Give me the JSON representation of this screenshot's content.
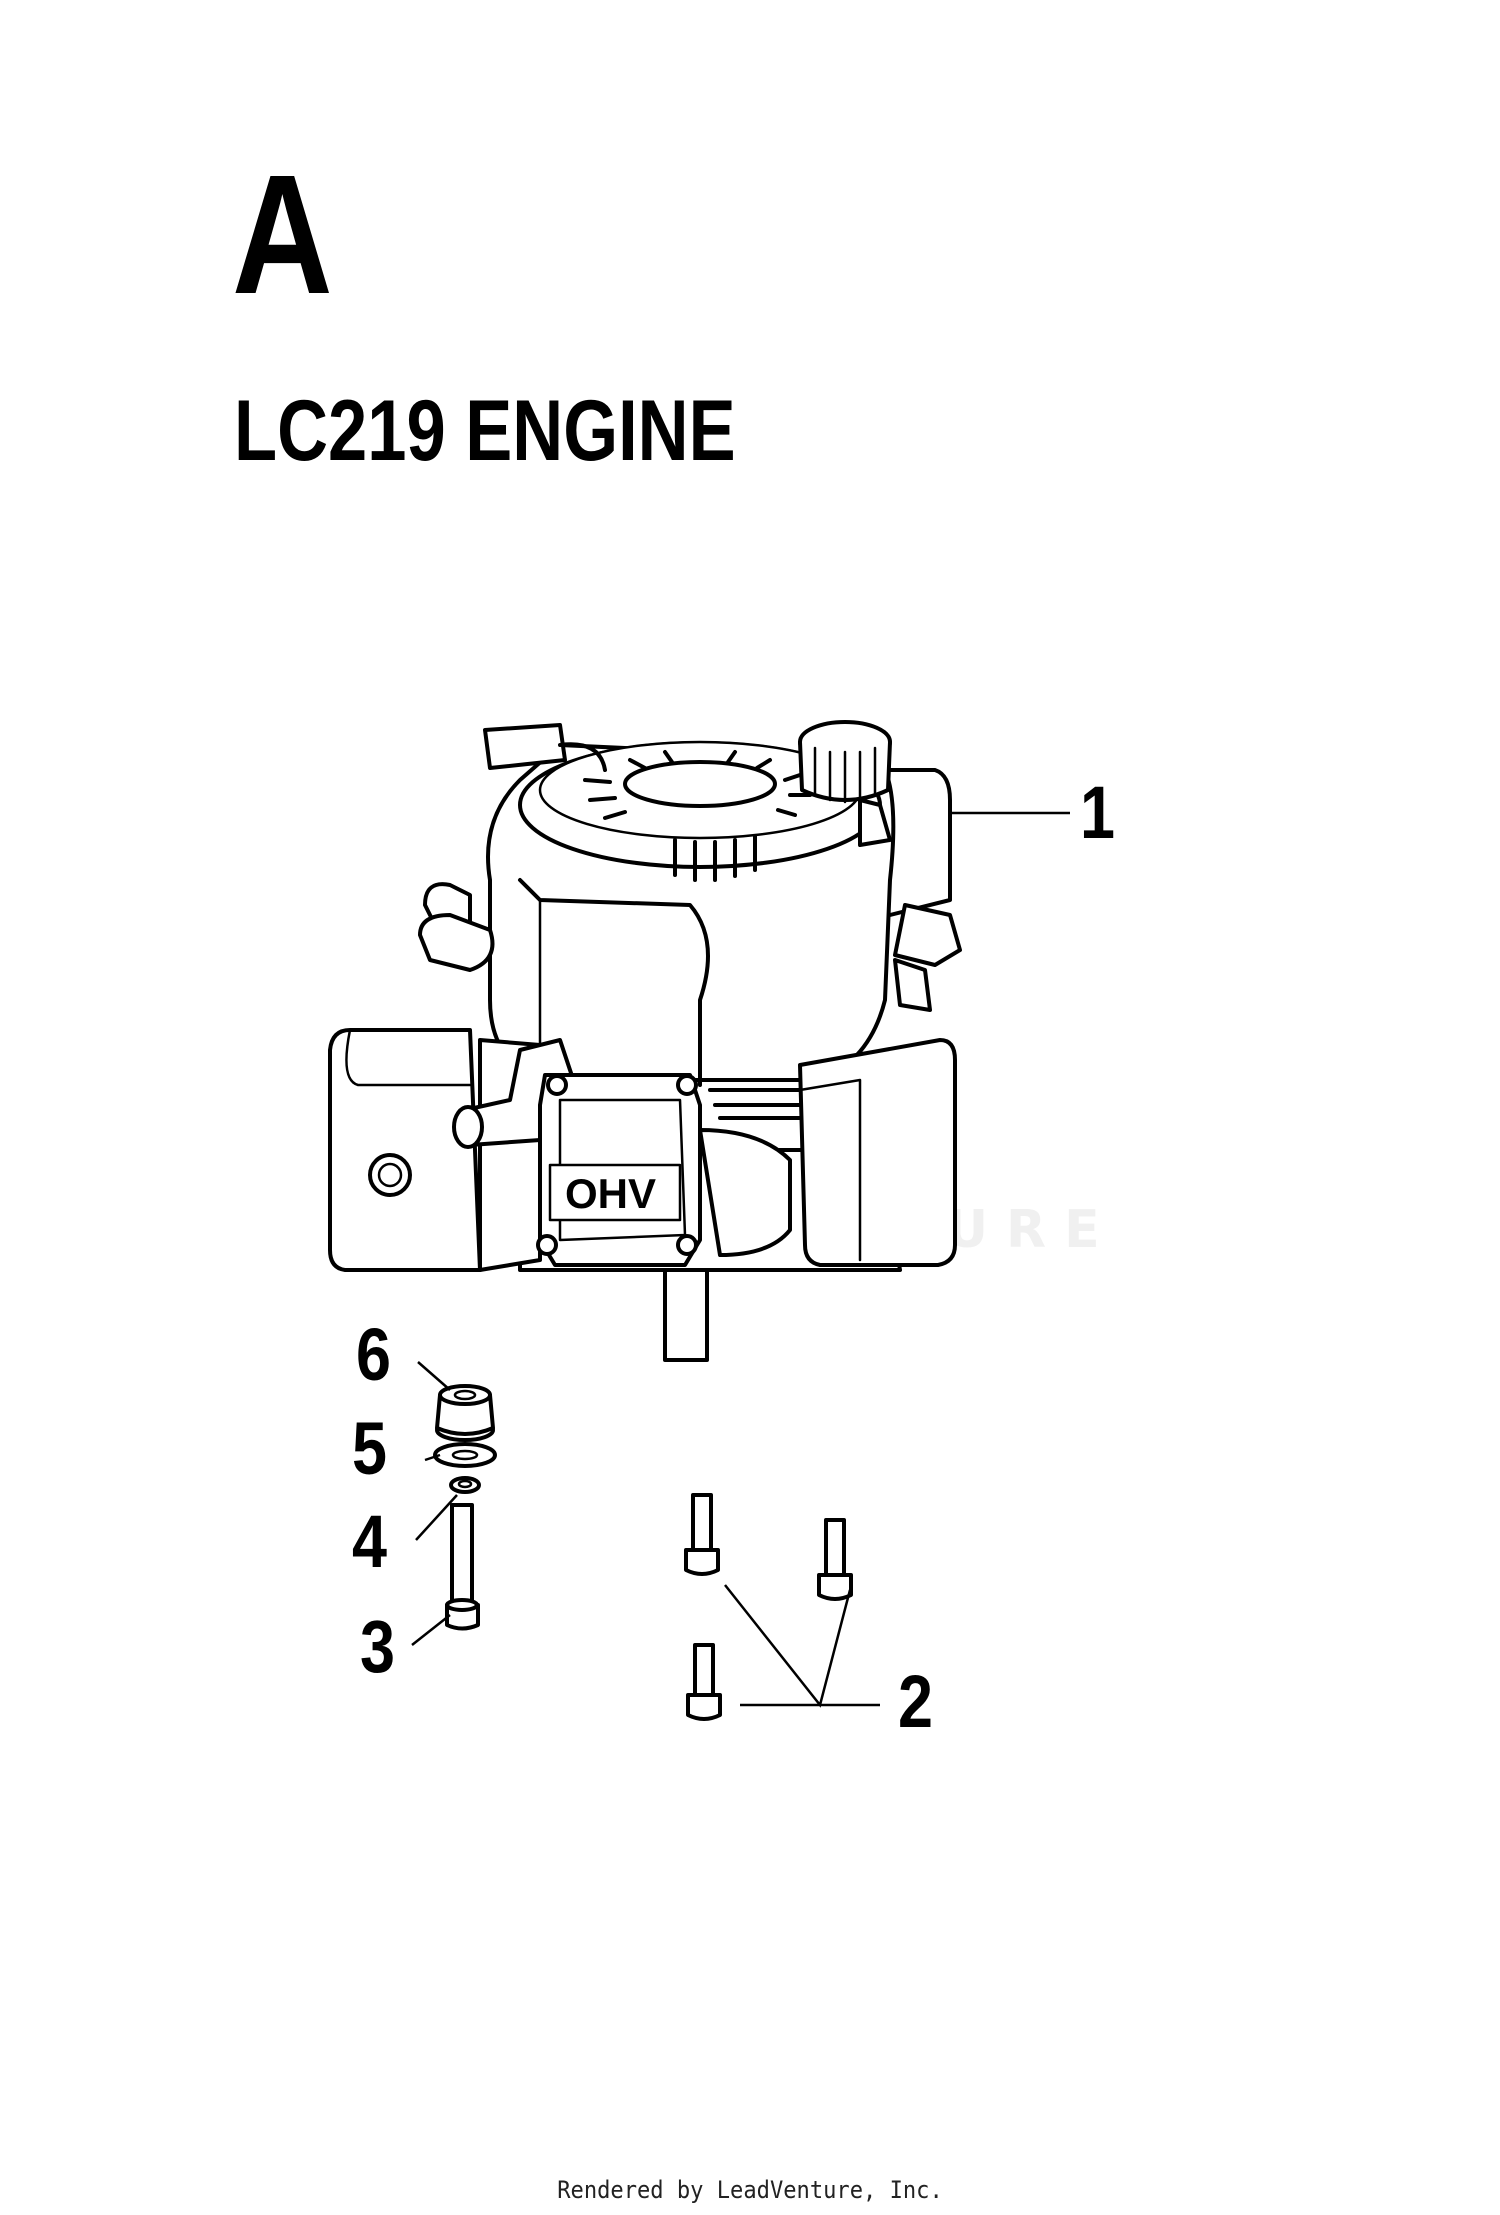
{
  "header": {
    "section_letter": "A",
    "section_title": "LC219 ENGINE"
  },
  "diagram": {
    "engine_cover_label": "OHV",
    "watermark": "LEADVENTURE",
    "callouts": [
      {
        "id": "callout-1",
        "label": "1"
      },
      {
        "id": "callout-2",
        "label": "2"
      },
      {
        "id": "callout-3",
        "label": "3"
      },
      {
        "id": "callout-4",
        "label": "4"
      },
      {
        "id": "callout-5",
        "label": "5"
      },
      {
        "id": "callout-6",
        "label": "6"
      }
    ]
  },
  "footer": {
    "credit": "Rendered by LeadVenture, Inc."
  }
}
